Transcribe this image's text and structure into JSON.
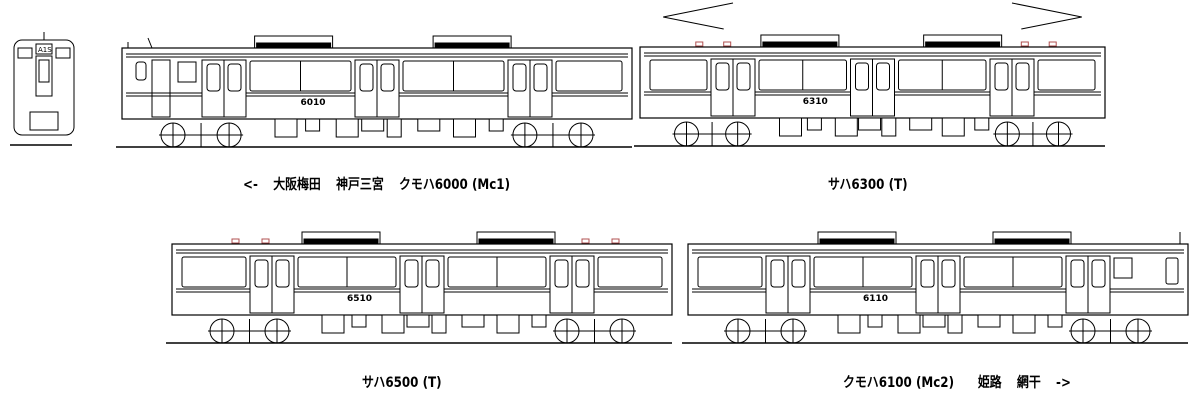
{
  "front_view": {
    "destination_sign": "A1S"
  },
  "cars": [
    {
      "id": "mc1",
      "type": "クモハ6000 (Mc1)",
      "number": "6010",
      "cab": "left"
    },
    {
      "id": "t1",
      "type": "サハ6300 (T)",
      "number": "6310",
      "cab": "none"
    },
    {
      "id": "t2",
      "type": "サハ6500 (T)",
      "number": "6510",
      "cab": "none"
    },
    {
      "id": "mc2",
      "type": "クモハ6100 (Mc2)",
      "number": "6110",
      "cab": "right"
    }
  ],
  "direction_left": {
    "arrow": "<-",
    "stations": [
      "大阪梅田",
      "神戸三宮"
    ]
  },
  "direction_right": {
    "arrow": "->",
    "stations": [
      "姫路",
      "網干"
    ]
  },
  "colors": {
    "line": "#000000",
    "roof_vent": "#b05050"
  }
}
